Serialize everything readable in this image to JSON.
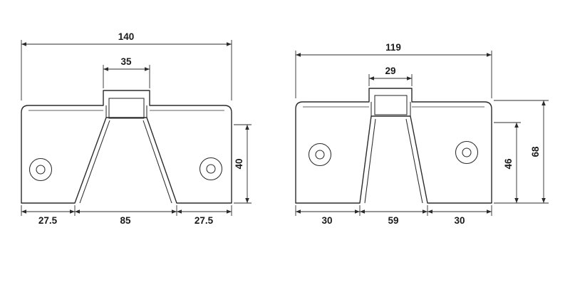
{
  "theme": {
    "background": "#ffffff",
    "line_color": "#2b2b2b",
    "text_color": "#1a1a1a"
  },
  "drawing": {
    "left_view": {
      "overall_width": "140",
      "tab_width": "35",
      "height": "40",
      "bottom_left": "27.5",
      "bottom_center": "85",
      "bottom_right": "27.5"
    },
    "right_view": {
      "overall_width": "119",
      "tab_width": "29",
      "inner_height": "46",
      "overall_height": "68",
      "bottom_left": "30",
      "bottom_center": "59",
      "bottom_right": "30"
    }
  }
}
